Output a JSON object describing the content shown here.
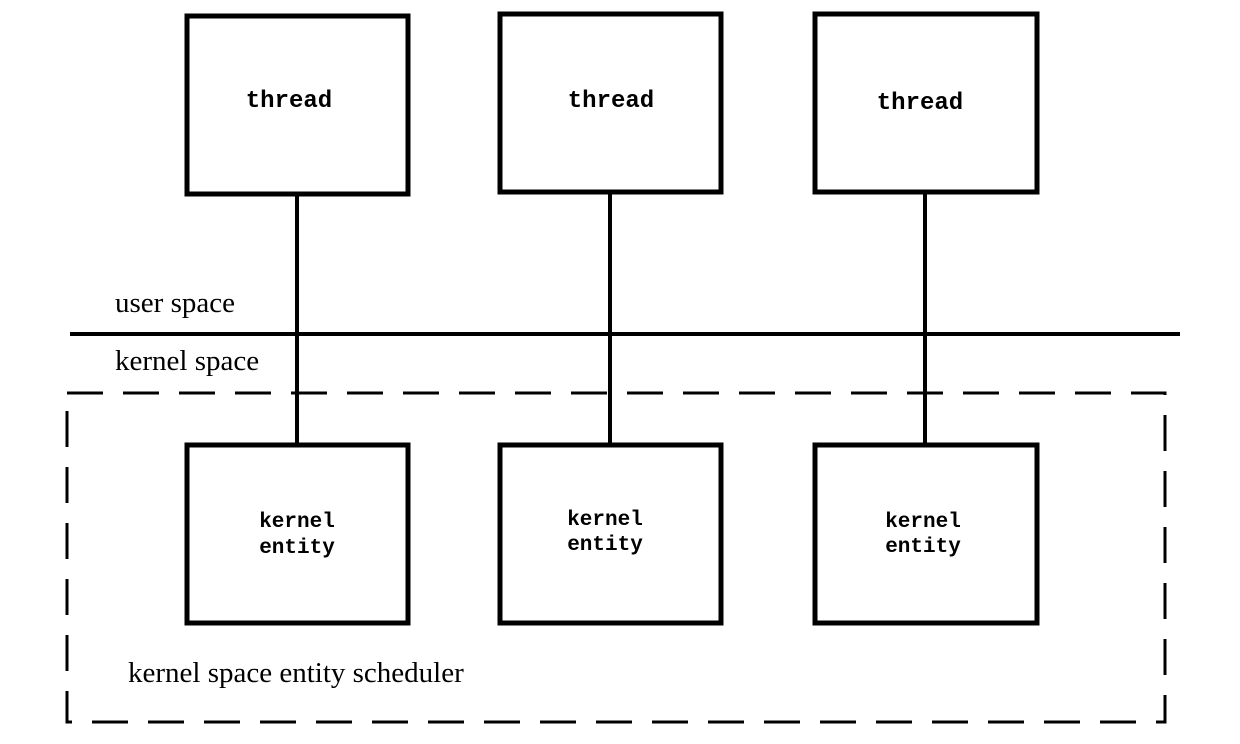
{
  "threads": [
    {
      "label": "thread"
    },
    {
      "label": "thread"
    },
    {
      "label": "thread"
    }
  ],
  "kernel_entities": [
    {
      "line1": "kernel",
      "line2": "entity"
    },
    {
      "line1": "kernel",
      "line2": "entity"
    },
    {
      "line1": "kernel",
      "line2": "entity"
    }
  ],
  "regions": {
    "user_space": "user space",
    "kernel_space": "kernel space",
    "scheduler": "kernel space entity scheduler"
  }
}
